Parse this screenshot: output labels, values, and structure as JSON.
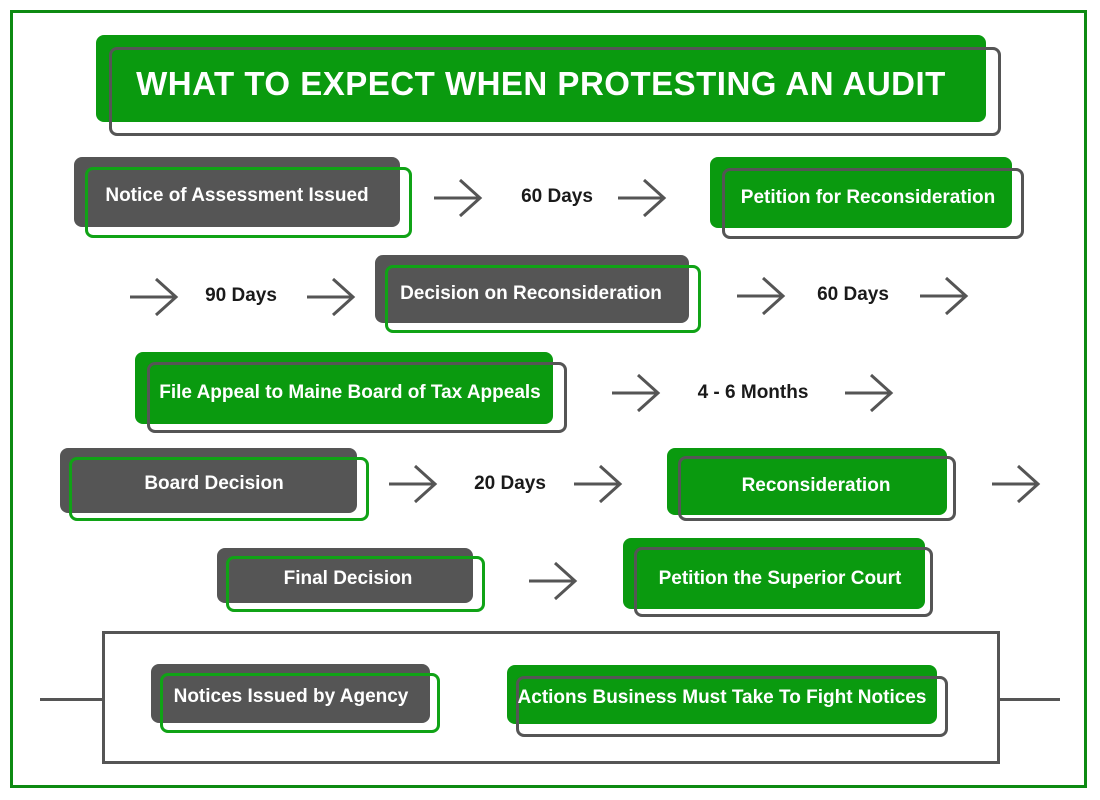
{
  "title": "WHAT TO EXPECT WHEN PROTESTING AN AUDIT",
  "steps": {
    "notice_of_assessment": "Notice of Assessment Issued",
    "petition_reconsideration": "Petition for Reconsideration",
    "decision_reconsideration": "Decision on Reconsideration",
    "file_appeal": "File Appeal to Maine Board of Tax Appeals",
    "board_decision": "Board Decision",
    "reconsideration": "Reconsideration",
    "final_decision": "Final Decision",
    "petition_superior_court": "Petition the Superior Court"
  },
  "durations": {
    "d1": "60 Days",
    "d2": "90 Days",
    "d3": "60 Days",
    "d4": "4 - 6 Months",
    "d5": "20 Days"
  },
  "legend": {
    "agency": "Notices Issued by Agency",
    "business": "Actions Business Must Take To Fight Notices"
  },
  "colors": {
    "green": "#0a9a0f",
    "gray": "#555555",
    "frame": "#0d8a12"
  }
}
